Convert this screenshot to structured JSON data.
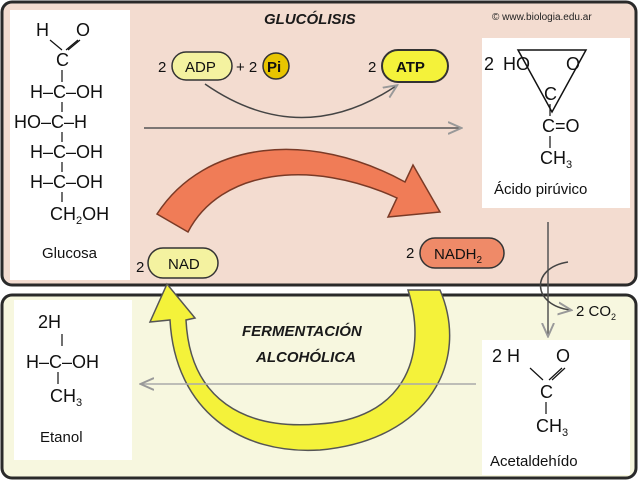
{
  "top_title": "GLUCÓLISIS",
  "copyright": "© www.biologia.edu.ar",
  "bottom_title_line1": "FERMENTACIÓN",
  "bottom_title_line2": "ALCOHÓLICA",
  "colors": {
    "top_panel": "#f3dcd0",
    "bottom_panel": "#f7f7df",
    "orange_arrow": "#f07c57",
    "yellow_arrow": "#f4f23a",
    "yellow_pill": "#f4f2a0",
    "orange_pill": "#ef8a68"
  },
  "glucose": {
    "lines": [
      "H    O",
      "C",
      "H–C–OH",
      "HO–C–H",
      "H–C–OH",
      "H–C–OH",
      "CH2OH"
    ],
    "label": "Glucosa"
  },
  "reactants": {
    "coef_adp": "2",
    "adp": "ADP",
    "plus_coef_pi": "+ 2",
    "pi": "Pi",
    "coef_atp": "2",
    "atp": "ATP"
  },
  "pyruvic": {
    "coef": "2",
    "ho": "HO",
    "o": "O",
    "c": "C",
    "co": "C=O",
    "ch3": "CH3",
    "label": "Ácido pirúvico"
  },
  "nad": {
    "coef": "2",
    "label": "NAD"
  },
  "nadh": {
    "coef": "2",
    "label": "NADH2"
  },
  "co2": {
    "text": "2 CO2"
  },
  "acetaldehyde": {
    "coef_h": "2 H",
    "o": "O",
    "c": "C",
    "ch3": "CH3",
    "label": "Acetaldehído"
  },
  "ethanol": {
    "coef": "2H",
    "hcoh": "H–C–OH",
    "ch3": "CH3",
    "label": "Etanol"
  }
}
